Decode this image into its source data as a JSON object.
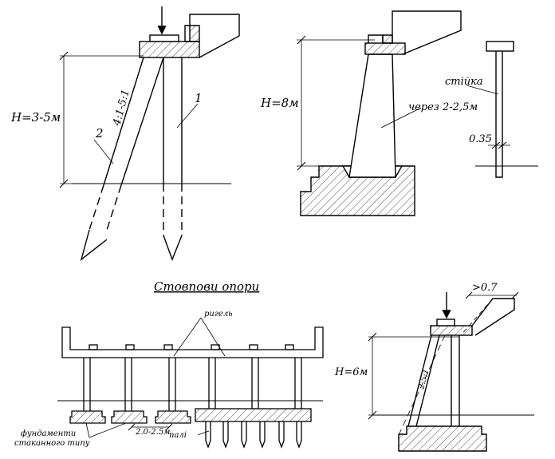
{
  "title": "Стовпови опори",
  "fig1": {
    "height": "H=3-5м",
    "slope": "4:1-5:1",
    "num1": "1",
    "num2": "2"
  },
  "fig2": {
    "height": "H=8м",
    "spacing": "через 2-2,5м"
  },
  "fig3": {
    "label": "стійка",
    "dim": "0.35"
  },
  "fig4": {
    "crossbeam": "ригель",
    "foundations_line1": "фундаменти",
    "foundations_line2": "стаканного типу",
    "spacing": "2.0-2.5м",
    "piles": "палі"
  },
  "fig5": {
    "height": "H=6м",
    "slope": "2.5:1",
    "overhang": ">0.7"
  },
  "colors": {
    "stroke": "#000000",
    "background": "#ffffff"
  }
}
